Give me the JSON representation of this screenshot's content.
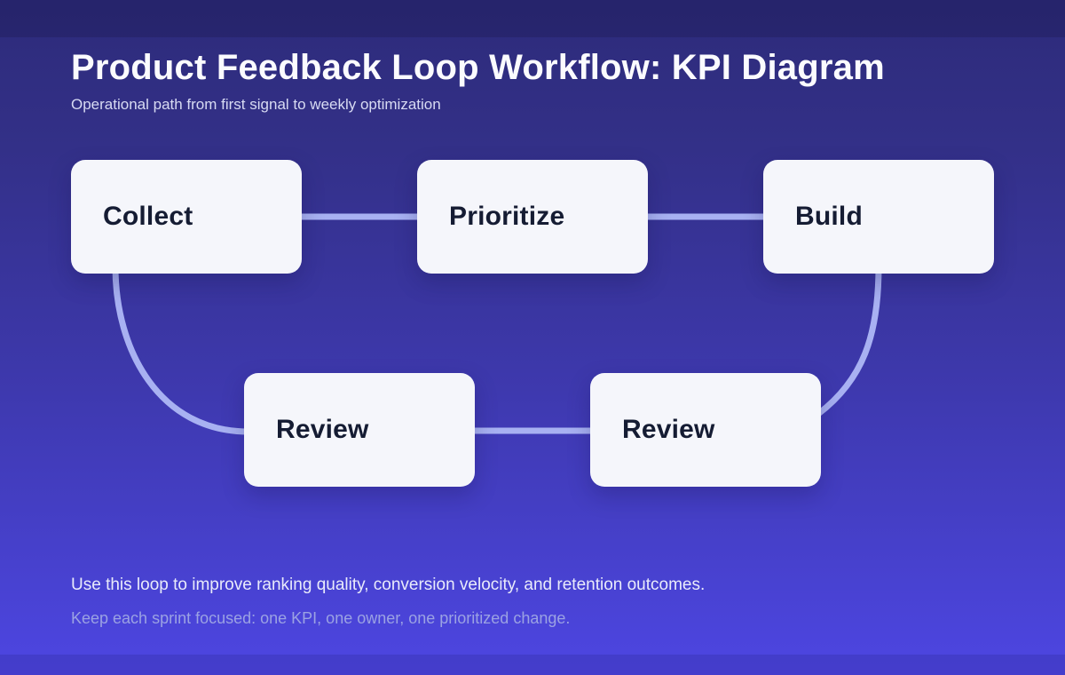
{
  "page": {
    "title": "Product Feedback Loop Workflow: KPI Diagram",
    "subtitle": "Operational path from first signal to weekly optimization"
  },
  "diagram": {
    "nodes": [
      {
        "id": "collect",
        "label": "Collect"
      },
      {
        "id": "prioritize",
        "label": "Prioritize"
      },
      {
        "id": "build",
        "label": "Build"
      },
      {
        "id": "review_1",
        "label": "Review"
      },
      {
        "id": "review_2",
        "label": "Review"
      }
    ],
    "edges": [
      {
        "from": "collect",
        "to": "prioritize",
        "shape": "straight"
      },
      {
        "from": "prioritize",
        "to": "build",
        "shape": "straight"
      },
      {
        "from": "collect",
        "to": "review_1",
        "shape": "curve"
      },
      {
        "from": "review_1",
        "to": "review_2",
        "shape": "straight"
      },
      {
        "from": "build",
        "to": "review_2",
        "shape": "curve"
      }
    ],
    "colors": {
      "connector": "#a8b1f2",
      "node_fill": "#f5f6fb",
      "node_text": "#151c33"
    }
  },
  "footer": {
    "line1": "Use this loop to improve ranking quality, conversion velocity, and retention outcomes.",
    "line2": "Keep each sprint focused: one KPI, one owner, one prioritized change."
  },
  "background": {
    "gradient_top": "#2d2b7a",
    "gradient_bottom": "#4d46e2"
  }
}
